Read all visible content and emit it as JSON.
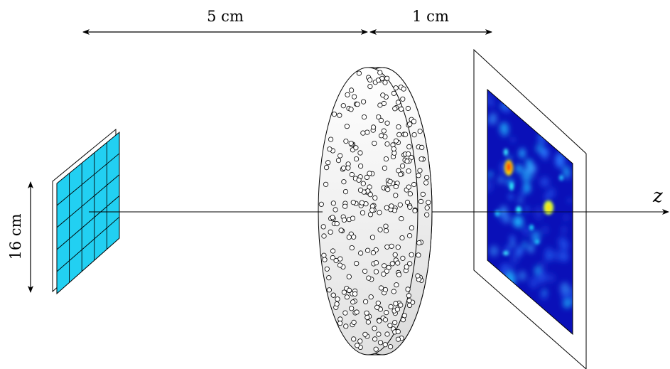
{
  "labels": {
    "distance_source_to_scatterer": "5 cm",
    "distance_scatterer_to_detector": "1 cm",
    "source_height": "16 cm",
    "axis": "z"
  },
  "colors": {
    "source_grid_fill": "#22d0f2",
    "detector_background": "#0a10b8",
    "scatterer_gradient_top": "#ffffff",
    "scatterer_gradient_bottom": "#e2e2e2",
    "line": "#000000"
  },
  "icons": {
    "arrow_heads": "double-arrow",
    "particles": "open-circle"
  }
}
